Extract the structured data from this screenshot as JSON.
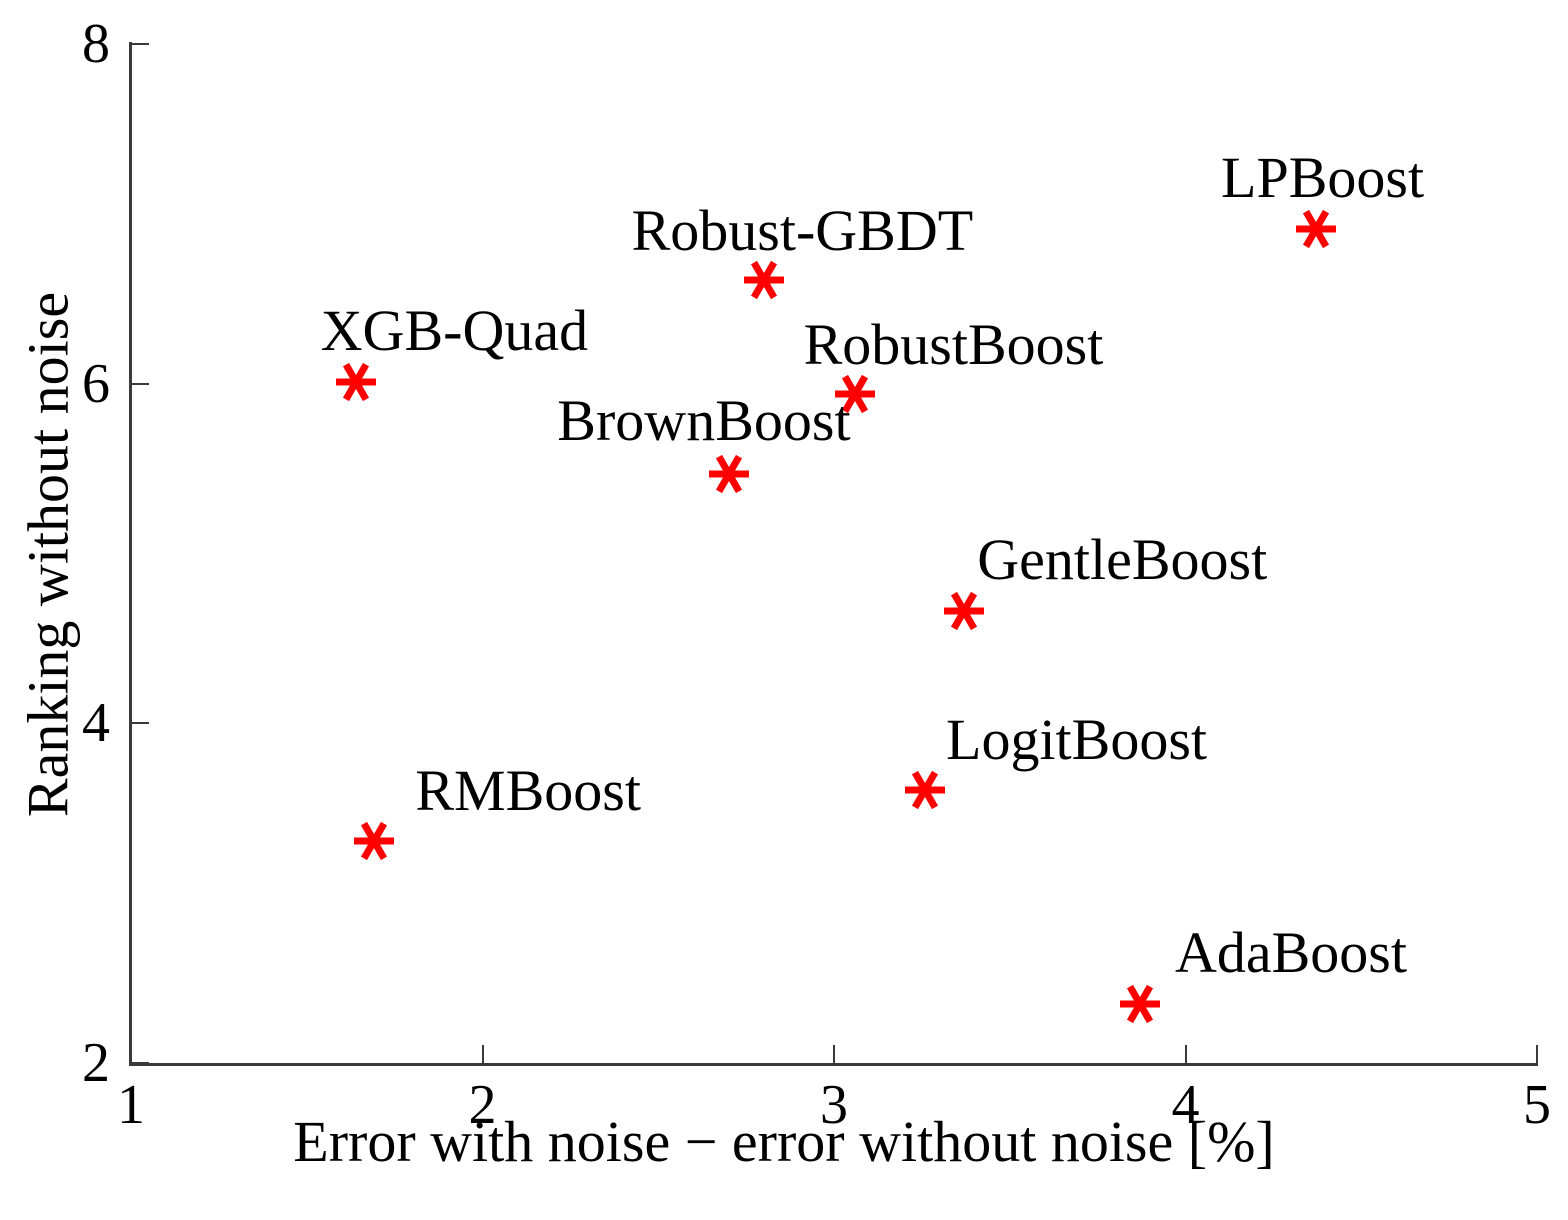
{
  "chart_data": {
    "type": "scatter",
    "title": "",
    "xlabel": "Error with noise − error without noise [%]",
    "ylabel": "Ranking without noise",
    "xlim": [
      1,
      5
    ],
    "ylim": [
      2,
      8
    ],
    "xticks": [
      1,
      2,
      3,
      4,
      5
    ],
    "yticks": [
      2,
      4,
      6,
      8
    ],
    "xtick_labels": [
      "1",
      "2",
      "3",
      "4",
      "5"
    ],
    "ytick_labels": [
      "2",
      "4",
      "6",
      "8"
    ],
    "grid": false,
    "legend": null,
    "marker_style": "asterisk",
    "marker_color": "#FF0000",
    "axis_color": "#3A3A3A",
    "points": [
      {
        "label": "XGB-Quad",
        "x": 1.64,
        "y": 6.01,
        "label_dx": 0.28,
        "label_dy": 0.3
      },
      {
        "label": "RMBoost",
        "x": 1.69,
        "y": 3.31,
        "label_dx": 0.44,
        "label_dy": 0.29
      },
      {
        "label": "BrownBoost",
        "x": 2.7,
        "y": 5.47,
        "label_dx": -0.07,
        "label_dy": 0.31
      },
      {
        "label": "Robust-GBDT",
        "x": 2.8,
        "y": 6.61,
        "label_dx": 0.11,
        "label_dy": 0.29
      },
      {
        "label": "RobustBoost",
        "x": 3.06,
        "y": 5.94,
        "label_dx": 0.28,
        "label_dy": 0.29
      },
      {
        "label": "LogitBoost",
        "x": 3.26,
        "y": 3.61,
        "label_dx": 0.43,
        "label_dy": 0.29
      },
      {
        "label": "GentleBoost",
        "x": 3.37,
        "y": 4.66,
        "label_dx": 0.45,
        "label_dy": 0.3
      },
      {
        "label": "AdaBoost",
        "x": 3.87,
        "y": 2.35,
        "label_dx": 0.43,
        "label_dy": 0.3
      },
      {
        "label": "LPBoost",
        "x": 4.37,
        "y": 6.91,
        "label_dx": 0.02,
        "label_dy": 0.3
      }
    ]
  }
}
